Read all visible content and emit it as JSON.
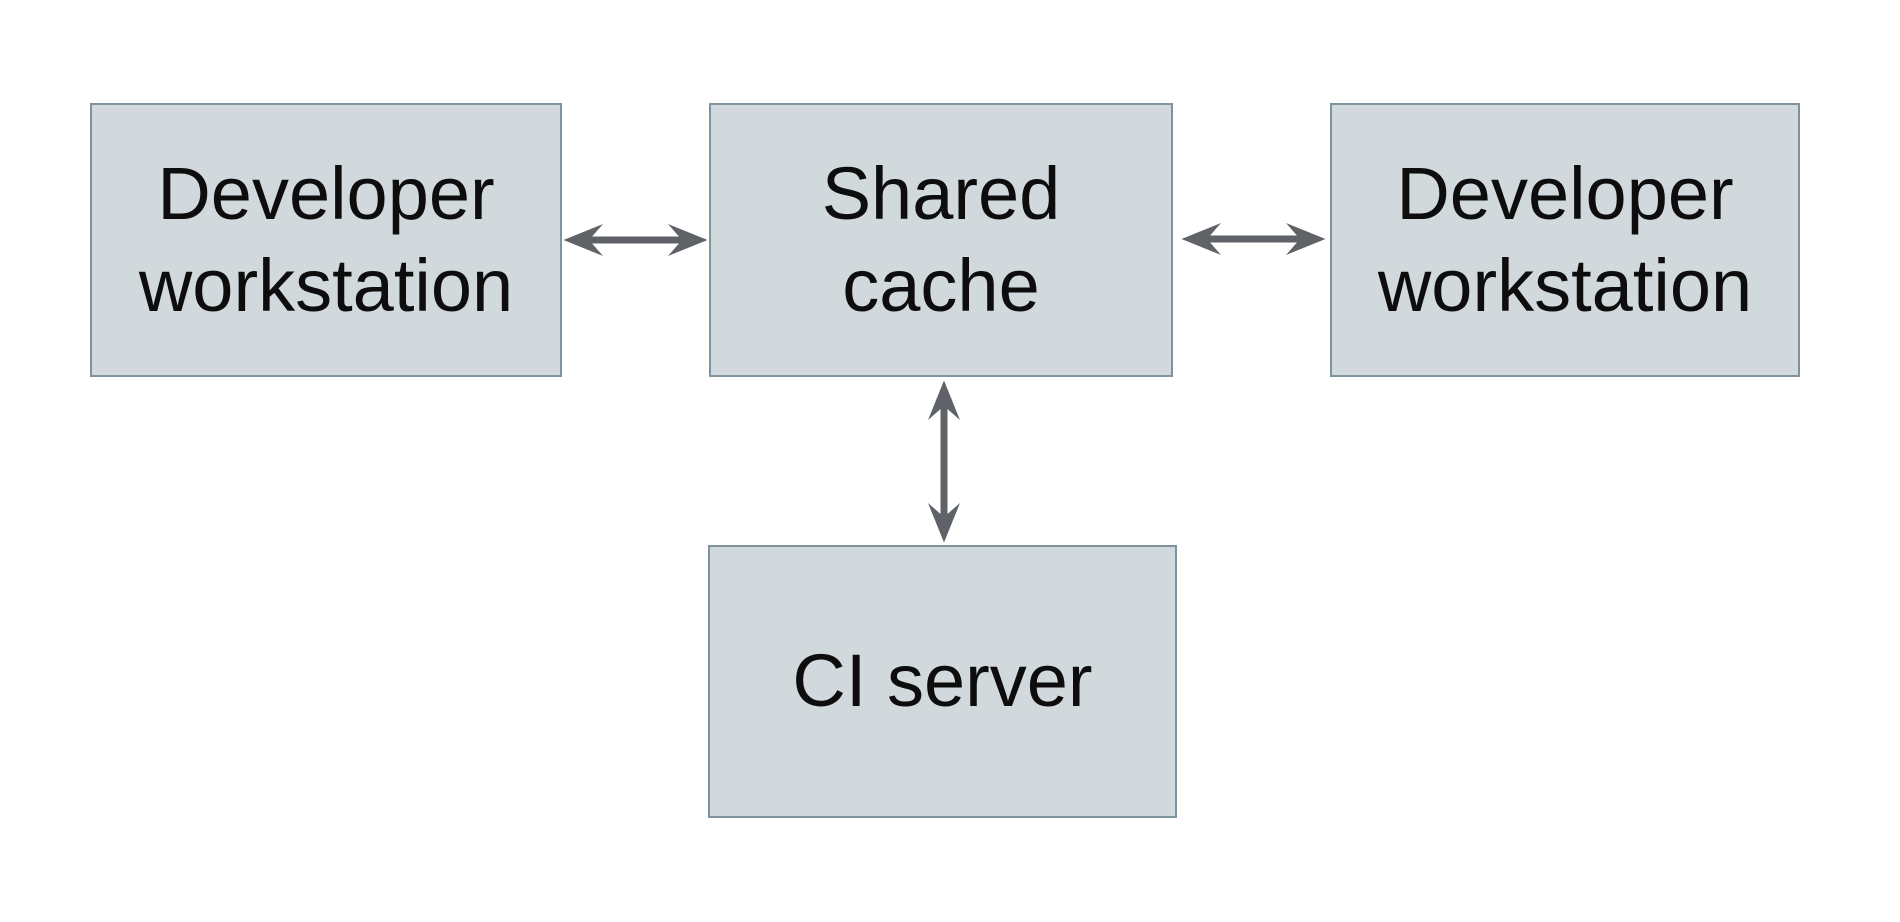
{
  "diagram": {
    "type": "architecture-diagram",
    "nodes": [
      {
        "id": "developer-workstation-left",
        "label": "Developer workstation"
      },
      {
        "id": "shared-cache",
        "label": "Shared cache"
      },
      {
        "id": "developer-workstation-right",
        "label": "Developer workstation"
      },
      {
        "id": "ci-server",
        "label": "CI server"
      }
    ],
    "edges": [
      {
        "from": "developer-workstation-left",
        "to": "shared-cache",
        "direction": "bidirectional",
        "orientation": "horizontal"
      },
      {
        "from": "shared-cache",
        "to": "developer-workstation-right",
        "direction": "bidirectional",
        "orientation": "horizontal"
      },
      {
        "from": "shared-cache",
        "to": "ci-server",
        "direction": "bidirectional",
        "orientation": "vertical"
      }
    ],
    "colors": {
      "background": "#ffffff",
      "node_fill": "#d2d9dc",
      "node_border": "#7e939e",
      "arrow": "#5f6367",
      "text": "#0d0d0d"
    }
  }
}
